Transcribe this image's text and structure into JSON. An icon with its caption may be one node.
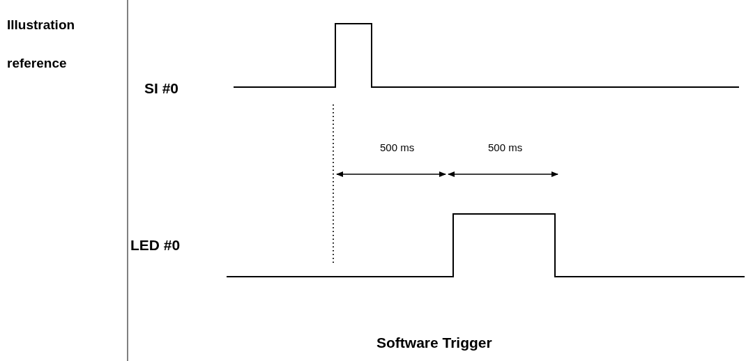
{
  "diagram": {
    "caption": "Software Trigger",
    "labels": [
      "Illustration reference",
      "SI #0",
      "500 ms",
      "500 ms",
      "LED #0"
    ]
  }
}
